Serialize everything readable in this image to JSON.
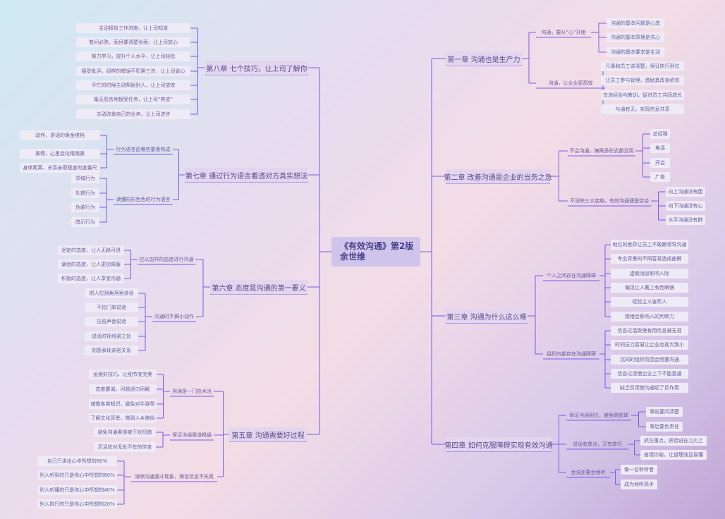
{
  "root": {
    "title": "《有效沟通》第2版\n余世维"
  },
  "chapters": [
    {
      "title": "第一章 沟通也是生产力",
      "subs": [
        {
          "title": "沟通，要从“心”开始",
          "items": [
            "沟通的基本问题是心态",
            "沟通的基本原理是关心",
            "沟通的基本要求是主动"
          ]
        },
        {
          "title": "沟通，让企业更高效",
          "items": [
            "凡事和员工讲清楚，保证执行到位",
            "让员工参与管理，激励其改善绩效",
            "交流经验与教训，促进员工共同成长",
            "与通有无，实现信息共享"
          ]
        }
      ]
    },
    {
      "title": "第二章 改善沟通是企业的当务之急",
      "subs": [
        {
          "title": "不会沟通，搞再多形式都没用",
          "items": [
            "总经理",
            "电话",
            "开会",
            "广告"
          ]
        },
        {
          "title": "不消除三大症结，有效沟通便是空谈",
          "items": [
            "向上沟通没有胆",
            "向下沟通没有心",
            "水平沟通没有肺"
          ]
        }
      ]
    },
    {
      "title": "第三章 沟通为什么这么难",
      "subs": [
        {
          "title": "个人之间存在沟通障碍",
          "items": [
            "地位的差异让员工不敢跟领导沟通",
            "专业背景的不同容易造成曲解",
            "虚假消息影响人际",
            "偏见让人戴上有色眼镜",
            "经验主义害死人",
            "情绪会影响人的判断力"
          ]
        },
        {
          "title": "组织内部存在沟通障碍",
          "items": [
            "信息过滥致使有用信息被无视",
            "时间压力容易让企业忽视大致小",
            "沉闷的组织氛围会阻塞沟通",
            "信息过滤使企业上下不能直通",
            "缺乏反馈使沟通起了反作用"
          ]
        }
      ]
    },
    {
      "title": "第四章 如何克服障碍实现有效沟通",
      "subs": [
        {
          "title": "保证沟通到位，避免踢皮球",
          "items": [
            "事前要问清楚",
            "事后要负责任"
          ]
        },
        {
          "title": "说话有重点，又有技巧",
          "items": [
            "抓住重点，把话说在刀刃上",
            "善用比喻，让道理浅显易懂"
          ]
        },
        {
          "title": "会说还要会倾听",
          "items": [
            "做一名聆听者",
            "成为倾听高手"
          ]
        }
      ]
    },
    {
      "title": "第五章 沟通需要好过程",
      "subs": [
        {
          "title": "沟通是一门技术活",
          "items": [
            "运用好技巧，让细节变完美",
            "态度要诚，问题迎刃而解",
            "储备各类知识，避免对牛弹琴",
            "了解文化背景，做到入乡随俗"
          ]
        },
        {
          "title": "保证沟通渠道畅通",
          "items": [
            "避免沟通渠道被干扰扭曲",
            "灵活应对无处不在的传言"
          ]
        },
        {
          "title": "消除沟通漏斗现象，保证信息不失真",
          "items": [
            "自己只讲出心中所想的80%",
            "别人听到的只是你心中所想的60%",
            "别人听懂的只是你心中所想的40%",
            "别人执行的只是你心中所想的20%"
          ]
        }
      ]
    },
    {
      "title": "第六章 态度是沟通的第一要义",
      "subs": [
        {
          "title": "应以怎样的态度进行沟通",
          "items": [
            "坚定的态度，让人无路可退",
            "谦逊的态度，让人更加佩服",
            "积极的态度，让人享受沟通"
          ]
        },
        {
          "title": "沟通时不搞小动作",
          "items": [
            "把人拉到角落里讲话",
            "不拍门来说话",
            "压低声音说话",
            "说话时视线紧之处",
            "刻意表现亲密关系"
          ]
        }
      ]
    },
    {
      "title": "第七章 通过行为语言看透对方真实想法",
      "subs": [
        {
          "title": "行为语言由哪些要素构成",
          "items": [
            "动作，讲话的黄金搭档",
            "表情，心里变化晴雨表",
            "身体距离，关系亲密程度的度量尺"
          ]
        },
        {
          "title": "读懂形形色色的行为语言",
          "items": [
            "领域行为",
            "礼貌行为",
            "伪装行为",
            "暗示行为"
          ]
        }
      ]
    },
    {
      "title": "第八章 七个技巧，让上司了解你",
      "subs": [
        {
          "title": "",
          "items": [
            "主动报告工作进度，让上司知道",
            "有问必答，而且要清楚全面，让上司放心",
            "努力学习，提升个人水平，让上司轻松",
            "接受批评，同样的错误不犯第三次，让上司省心",
            "不忙的时候主动帮助别人，让上司放效",
            "毫无怨言地接受任务，让上司“爽皮”",
            "主动改善自己的业务，让上司进步"
          ]
        }
      ]
    }
  ],
  "colors": {
    "line": "#7b5ce8",
    "root_bg": "#cfc5ea",
    "chapter_bg": "#e3d5ee",
    "leaf_bg": "#eeebf7",
    "text": "#6a5a9c"
  }
}
